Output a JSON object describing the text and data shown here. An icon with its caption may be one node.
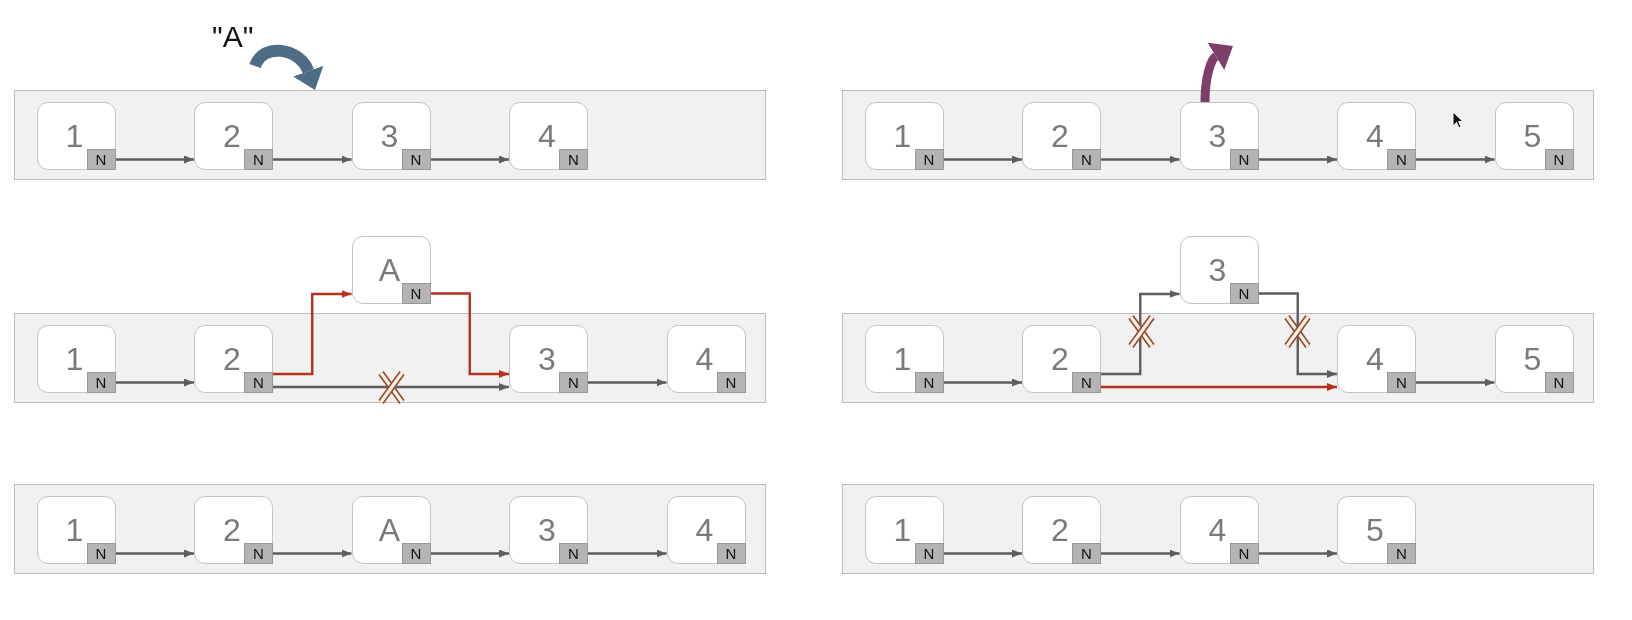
{
  "diagram": {
    "nodes": [
      {
        "text": [],
        "shape": "box"
      },
      {
        "text": [
          "1"
        ],
        "in": 0
      },
      {
        "text": [
          "N"
        ],
        "in": 1
      },
      {
        "text": [
          "2"
        ],
        "in": 0
      },
      {
        "text": [
          "N"
        ],
        "in": 3
      },
      {
        "text": [
          "3"
        ],
        "in": 0
      },
      {
        "text": [
          "N"
        ],
        "in": 5
      },
      {
        "text": [
          "4"
        ],
        "in": 0
      },
      {
        "text": [
          "N"
        ],
        "in": 7
      },
      {
        "text": [],
        "shape": "box"
      },
      {
        "text": [
          "1"
        ],
        "in": 9
      },
      {
        "text": [
          "N"
        ],
        "in": 10
      },
      {
        "text": [
          "2"
        ],
        "in": 9
      },
      {
        "text": [
          "N"
        ],
        "in": 12
      },
      {
        "text": [
          "3"
        ],
        "in": 9
      },
      {
        "text": [
          "N"
        ],
        "in": 14
      },
      {
        "text": [
          "4"
        ],
        "in": 9
      },
      {
        "text": [
          "N"
        ],
        "in": 16
      },
      {
        "text": [
          "5"
        ],
        "in": 9
      },
      {
        "text": [
          "N"
        ],
        "in": 18
      },
      {
        "text": [
          "A"
        ]
      },
      {
        "text": [
          "N"
        ],
        "in": 20
      },
      {
        "text": [],
        "shape": "box"
      },
      {
        "text": [
          "1"
        ],
        "in": 22
      },
      {
        "text": [
          "N"
        ],
        "in": 23
      },
      {
        "text": [
          "2"
        ],
        "in": 22
      },
      {
        "text": [
          "N"
        ],
        "in": 25
      },
      {
        "text": [
          "3"
        ],
        "in": 22
      },
      {
        "text": [
          "N"
        ],
        "in": 27
      },
      {
        "text": [
          "4"
        ],
        "in": 22
      },
      {
        "text": [
          "N"
        ],
        "in": 29
      },
      {
        "text": [
          "3"
        ]
      },
      {
        "text": [
          "N"
        ],
        "in": 31
      },
      {
        "text": [],
        "shape": "box"
      },
      {
        "text": [
          "1"
        ],
        "in": 33
      },
      {
        "text": [
          "N"
        ],
        "in": 34
      },
      {
        "text": [
          "2"
        ],
        "in": 33
      },
      {
        "text": [
          "N"
        ],
        "in": 36
      },
      {
        "text": [
          "4"
        ],
        "in": 33
      },
      {
        "text": [
          "N"
        ],
        "in": 38
      },
      {
        "text": [
          "5"
        ],
        "in": 33
      },
      {
        "text": [
          "N"
        ],
        "in": 40
      },
      {
        "text": [],
        "shape": "box"
      },
      {
        "text": [
          "1"
        ],
        "in": 42
      },
      {
        "text": [
          "N"
        ],
        "in": 43
      },
      {
        "text": [
          "2"
        ],
        "in": 42
      },
      {
        "text": [
          "N"
        ],
        "in": 45
      },
      {
        "text": [
          "A"
        ],
        "in": 42
      },
      {
        "text": [
          "N"
        ],
        "in": 47
      },
      {
        "text": [
          "3"
        ],
        "in": 42
      },
      {
        "text": [
          "N"
        ],
        "in": 49
      },
      {
        "text": [
          "4"
        ],
        "in": 42
      },
      {
        "text": [
          "N"
        ],
        "in": 51
      },
      {
        "text": [],
        "shape": "box"
      },
      {
        "text": [
          "1"
        ],
        "in": 53
      },
      {
        "text": [
          "N"
        ],
        "in": 54
      },
      {
        "text": [
          "2"
        ],
        "in": 53
      },
      {
        "text": [
          "N"
        ],
        "in": 56
      },
      {
        "text": [
          "4"
        ],
        "in": 53
      },
      {
        "text": [
          "N"
        ],
        "in": 58
      },
      {
        "text": [
          "5"
        ],
        "in": 53
      },
      {
        "text": [
          "N"
        ],
        "in": 60
      }
    ],
    "edges": [
      {
        "from": 2,
        "to": 3,
        "arrow": "to"
      },
      {
        "from": 4,
        "to": 5,
        "arrow": "to"
      },
      {
        "from": 6,
        "to": 7,
        "arrow": "to"
      },
      {
        "from": 11,
        "to": 12,
        "arrow": "to"
      },
      {
        "from": 13,
        "to": 14,
        "arrow": "to"
      },
      {
        "from": 15,
        "to": 16,
        "arrow": "to"
      },
      {
        "from": 17,
        "to": 18,
        "arrow": "to"
      },
      {
        "from": 24,
        "to": 25,
        "arrow": "to"
      },
      {
        "from": 26,
        "to": 20,
        "arrow": "to",
        "color": "#b4321f"
      },
      {
        "from": 21,
        "to": 27,
        "arrow": "to",
        "color": "#b4321f"
      },
      {
        "from": 26,
        "to": 27,
        "arrow": "to"
      },
      {
        "from": 28,
        "to": 29,
        "arrow": "to"
      },
      {
        "from": 35,
        "to": 36,
        "arrow": "to"
      },
      {
        "from": 37,
        "to": 31,
        "arrow": "to"
      },
      {
        "from": 32,
        "to": 38,
        "arrow": "to"
      },
      {
        "from": 37,
        "to": 38,
        "arrow": "to",
        "color": "#b4321f"
      },
      {
        "from": 39,
        "to": 40,
        "arrow": "to"
      },
      {
        "from": 44,
        "to": 45,
        "arrow": "to"
      },
      {
        "from": 46,
        "to": 47,
        "arrow": "to"
      },
      {
        "from": 48,
        "to": 49,
        "arrow": "to"
      },
      {
        "from": 50,
        "to": 51,
        "arrow": "to"
      },
      {
        "from": 55,
        "to": 56,
        "arrow": "to"
      },
      {
        "from": 57,
        "to": 58,
        "arrow": "to"
      },
      {
        "from": 59,
        "to": 60,
        "arrow": "to"
      },
      {
        "from": null,
        "to": 0,
        "arrow": "to",
        "style": "thick",
        "color": "#4f6c86"
      },
      {
        "from": 14,
        "to": null,
        "arrow": "to",
        "style": "thick",
        "color": "#7d3f69"
      }
    ],
    "labels": [
      "\"A\""
    ]
  }
}
